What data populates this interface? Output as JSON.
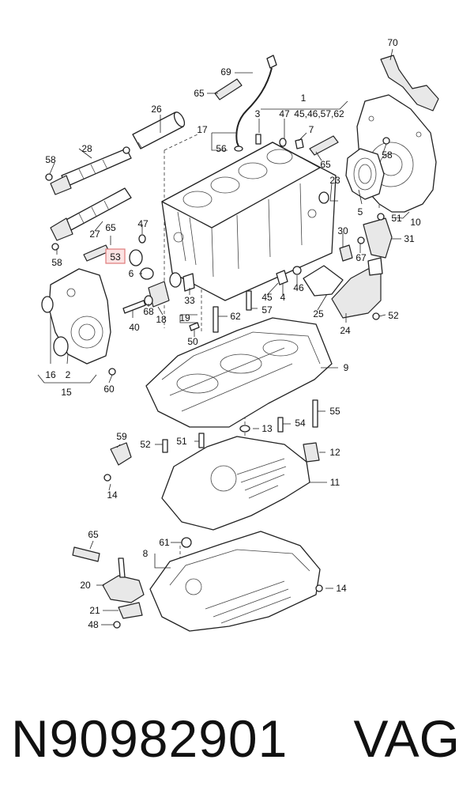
{
  "labels": {
    "l70": "70",
    "l69": "69",
    "l65a": "65",
    "l1": "1",
    "l26": "26",
    "l3": "3",
    "l47a": "47",
    "l45group": "45,46,57,62",
    "l17": "17",
    "l7": "7",
    "l56": "56",
    "l28": "28",
    "l58a": "58",
    "l58b": "58",
    "l65b": "65",
    "l23": "23",
    "l5": "5",
    "l10": "10",
    "l51a": "51",
    "l27": "27",
    "l65c": "65",
    "l47b": "47",
    "l30": "30",
    "l31": "31",
    "l58c": "58",
    "l53": "53",
    "l67": "67",
    "l6": "6",
    "l45": "45",
    "l4": "4",
    "l46": "46",
    "l33": "33",
    "l68": "68",
    "l40": "40",
    "l18": "18",
    "l19": "19",
    "l57": "57",
    "l25": "25",
    "l24": "24",
    "l52a": "52",
    "l62": "62",
    "l50": "50",
    "l16": "16",
    "l2": "2",
    "l15": "15",
    "l60": "60",
    "l9": "9",
    "l55": "55",
    "l54": "54",
    "l13": "13",
    "l59": "59",
    "l52b": "52",
    "l51b": "51",
    "l12": "12",
    "l11": "11",
    "l14a": "14",
    "l65d": "65",
    "l61": "61",
    "l8": "8",
    "l20": "20",
    "l14b": "14",
    "l21": "21",
    "l48": "48"
  },
  "highlight": {
    "label": "53",
    "color": "#e07a7a"
  },
  "footer": {
    "part_number": "N90982901",
    "brand": "VAG"
  }
}
